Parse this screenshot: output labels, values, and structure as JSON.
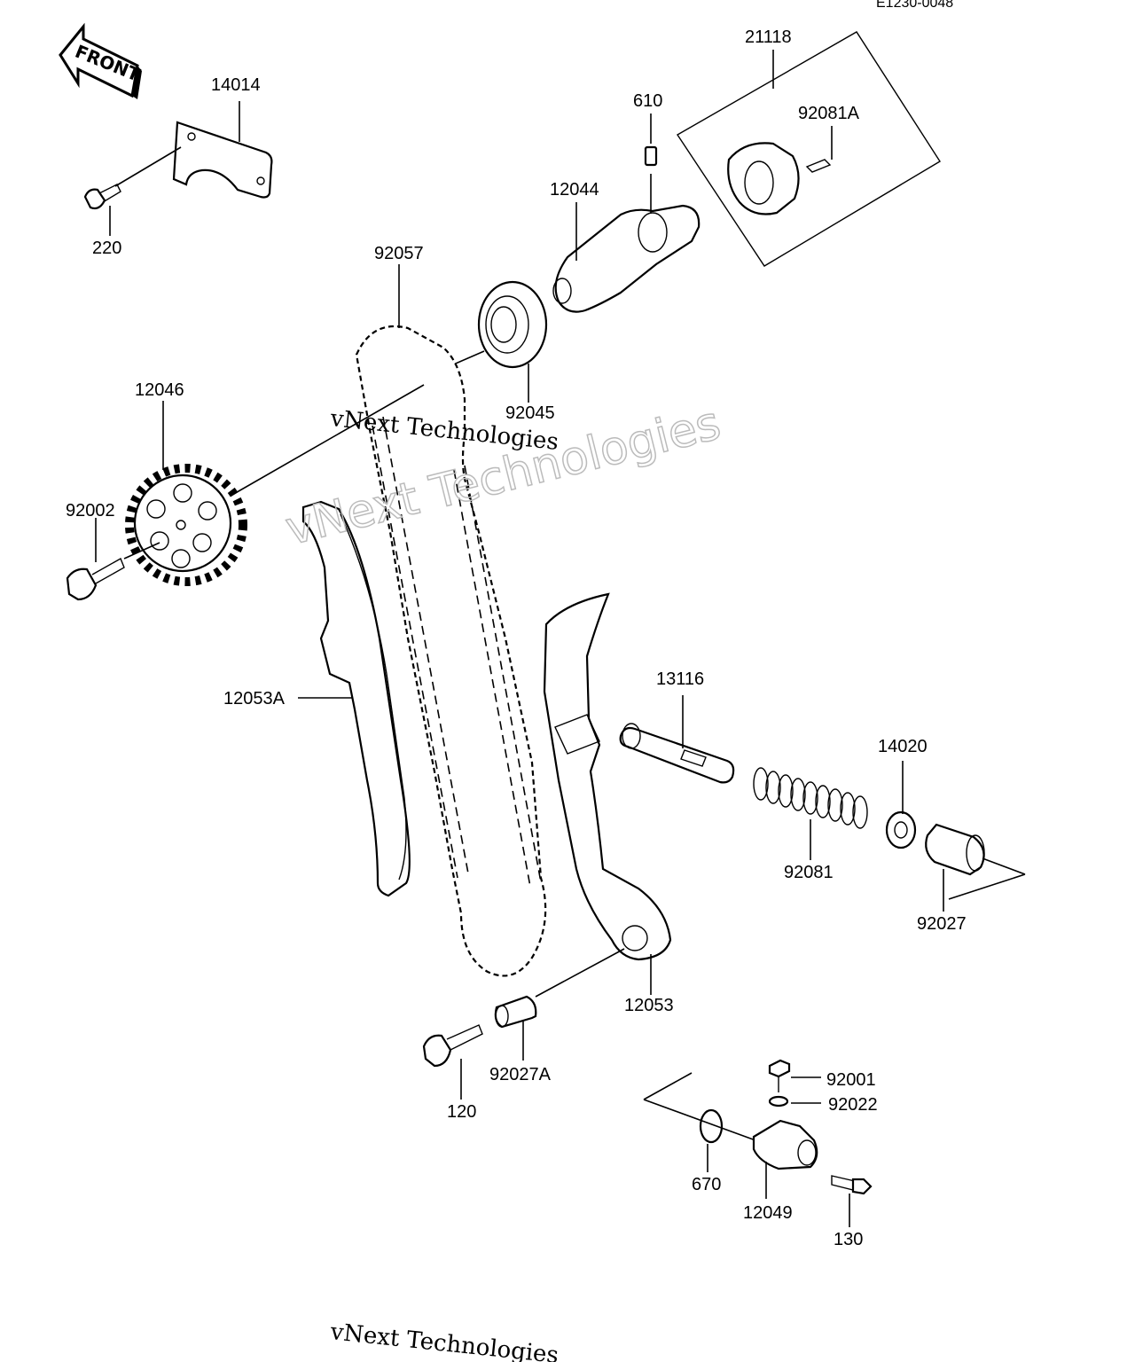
{
  "diagram_code": "E1230-0048",
  "front_label": "FRONT",
  "watermarks": [
    {
      "text": "vNext Technologies"
    },
    {
      "text": "vNext Technologies"
    },
    {
      "text": "vNext Technologies"
    }
  ],
  "parts": {
    "p21118": "21118",
    "p14014": "14014",
    "p610": "610",
    "p92081A": "92081A",
    "p12044": "12044",
    "p220": "220",
    "p92057": "92057",
    "p92045": "92045",
    "p12046": "12046",
    "p92002": "92002",
    "p12053A": "12053A",
    "p13116": "13116",
    "p14020": "14020",
    "p92081": "92081",
    "p92027": "92027",
    "p12053": "12053",
    "p92027A": "92027A",
    "p120": "120",
    "p92001": "92001",
    "p92022": "92022",
    "p670": "670",
    "p12049": "12049",
    "p130": "130"
  }
}
